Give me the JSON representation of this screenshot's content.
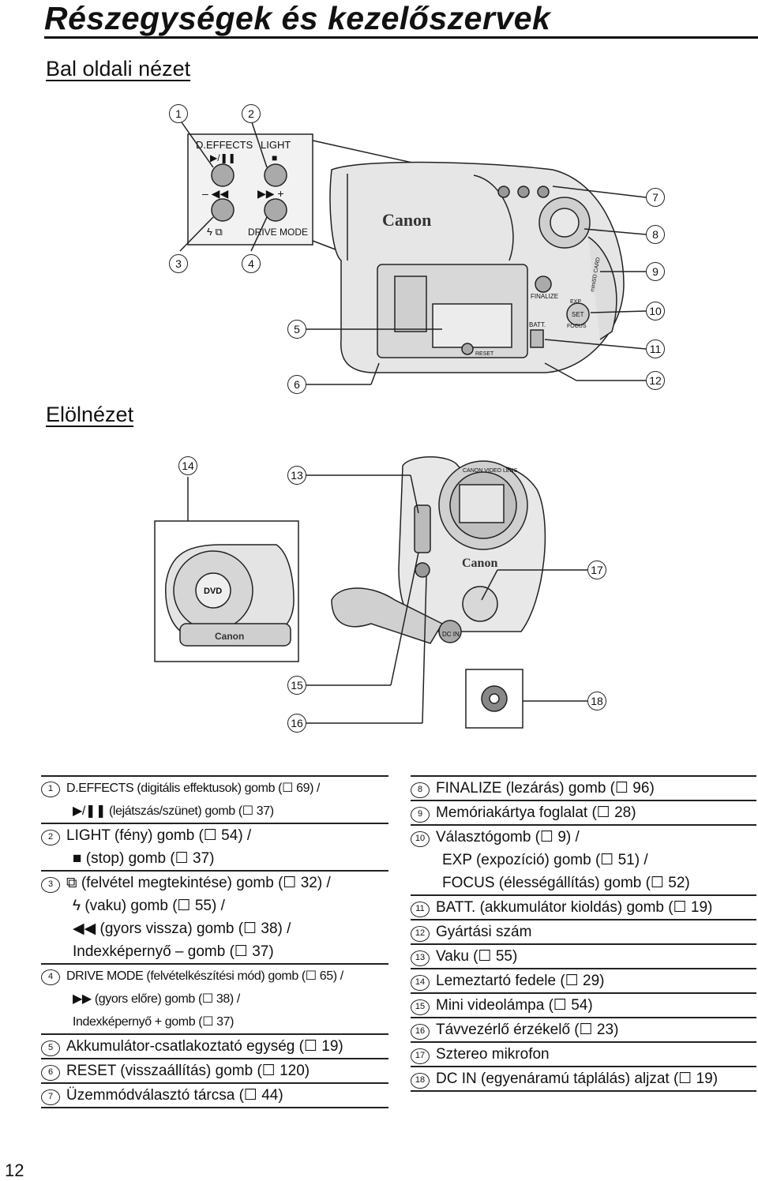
{
  "page_title": "Részegységek és kezelőszervek",
  "sections": {
    "left_view": "Bal oldali nézet",
    "front_view": "Elölnézet"
  },
  "callouts": {
    "c1": "1",
    "c2": "2",
    "c3": "3",
    "c4": "4",
    "c5": "5",
    "c6": "6",
    "c7": "7",
    "c8": "8",
    "c9": "9",
    "c10": "10",
    "c11": "11",
    "c12": "12",
    "c13": "13",
    "c14": "14",
    "c15": "15",
    "c16": "16",
    "c17": "17",
    "c18": "18"
  },
  "figure_labels": {
    "deffects": "D.EFFECTS",
    "light": "LIGHT",
    "drive_mode": "DRIVE MODE",
    "brand": "Canon",
    "finalize": "FINALIZE",
    "batt": "BATT.",
    "reset": "RESET",
    "dc_in": "DC IN",
    "minisd": "miniSD CARD",
    "lens_ring": "CANON VIDEO LENS",
    "exp": "EXP",
    "set": "SET",
    "focus": "FOCUS",
    "dvd": "DVD"
  },
  "legend_left": [
    {
      "num": "1",
      "text": "D.EFFECTS (digitális effektusok) gomb (☐ 69) /",
      "narrow": true,
      "cont": true
    },
    {
      "num": "",
      "text": "▶/❚❚ (lejátszás/szünet) gomb (☐ 37)",
      "narrow": true
    },
    {
      "num": "2",
      "text": "LIGHT (fény) gomb (☐ 54) /",
      "cont": true
    },
    {
      "num": "",
      "text": "■ (stop) gomb (☐ 37)"
    },
    {
      "num": "3",
      "text": "⧉ (felvétel megtekintése) gomb (☐ 32) /",
      "cont": true
    },
    {
      "num": "",
      "text": "ϟ (vaku) gomb (☐ 55) /",
      "cont": true
    },
    {
      "num": "",
      "text": "◀◀ (gyors vissza) gomb (☐ 38) /",
      "cont": true
    },
    {
      "num": "",
      "text": "Indexképernyő – gomb (☐ 37)"
    },
    {
      "num": "4",
      "text": "DRIVE MODE (felvételkészítési mód) gomb (☐ 65) /",
      "narrow": true,
      "cont": true
    },
    {
      "num": "",
      "text": "▶▶ (gyors előre) gomb (☐ 38) /",
      "narrow": true,
      "cont": true
    },
    {
      "num": "",
      "text": "Indexképernyő + gomb (☐ 37)",
      "narrow": true
    },
    {
      "num": "5",
      "text": "Akkumulátor-csatlakoztató egység (☐ 19)"
    },
    {
      "num": "6",
      "text": "RESET (visszaállítás) gomb (☐ 120)"
    },
    {
      "num": "7",
      "text": "Üzemmódválasztó tárcsa (☐ 44)"
    }
  ],
  "legend_right": [
    {
      "num": "8",
      "text": "FINALIZE (lezárás) gomb (☐ 96)"
    },
    {
      "num": "9",
      "text": "Memóriakártya foglalat (☐ 28)"
    },
    {
      "num": "10",
      "text": "Választógomb (☐ 9) /",
      "cont": true
    },
    {
      "num": "",
      "text": "EXP (expozíció) gomb (☐ 51) /",
      "cont": true
    },
    {
      "num": "",
      "text": "FOCUS (élességállítás) gomb (☐ 52)"
    },
    {
      "num": "11",
      "text": "BATT. (akkumulátor kioldás) gomb (☐ 19)"
    },
    {
      "num": "12",
      "text": "Gyártási szám"
    },
    {
      "num": "13",
      "text": "Vaku (☐ 55)"
    },
    {
      "num": "14",
      "text": "Lemeztartó fedele (☐ 29)"
    },
    {
      "num": "15",
      "text": "Mini videolámpa (☐ 54)"
    },
    {
      "num": "16",
      "text": "Távvezérlő érzékelő (☐ 23)"
    },
    {
      "num": "17",
      "text": "Sztereo mikrofon"
    },
    {
      "num": "18",
      "text": "DC IN (egyenáramú táplálás) aljzat (☐ 19)"
    }
  ],
  "page_number": "12"
}
